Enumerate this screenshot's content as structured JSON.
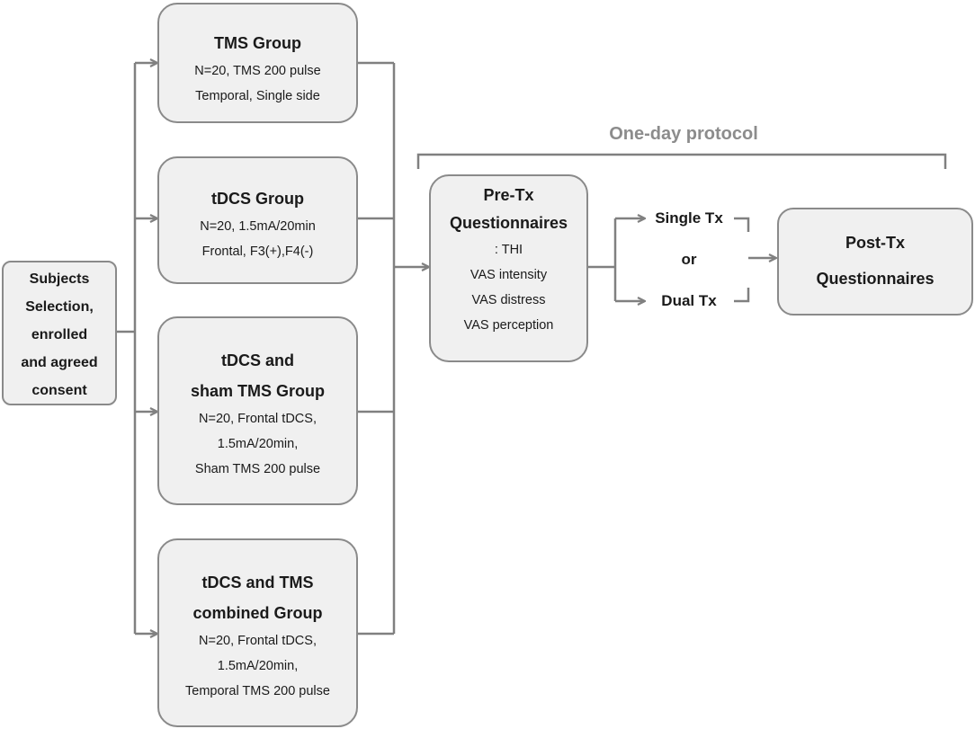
{
  "subjects": {
    "lines": [
      "Subjects",
      "Selection,",
      "enrolled",
      "and agreed",
      "consent"
    ]
  },
  "groups": [
    {
      "title_lines": [
        "TMS Group"
      ],
      "detail_lines": [
        "N=20, TMS 200 pulse",
        "Temporal, Single side"
      ]
    },
    {
      "title_lines": [
        "tDCS Group"
      ],
      "detail_lines": [
        "N=20, 1.5mA/20min",
        "Frontal, F3(+),F4(-)"
      ]
    },
    {
      "title_lines": [
        "tDCS and",
        "sham TMS Group"
      ],
      "detail_lines": [
        "N=20, Frontal tDCS,",
        "1.5mA/20min,",
        "Sham TMS 200 pulse"
      ]
    },
    {
      "title_lines": [
        "tDCS and TMS",
        "combined Group"
      ],
      "detail_lines": [
        "N=20, Frontal tDCS,",
        "1.5mA/20min,",
        "Temporal TMS 200 pulse"
      ]
    }
  ],
  "protocol": {
    "title": "One-day protocol"
  },
  "pre_tx": {
    "title_lines": [
      "Pre-Tx",
      "Questionnaires"
    ],
    "items": [
      ": THI",
      "VAS intensity",
      "VAS distress",
      "VAS perception"
    ]
  },
  "treatment": {
    "single": "Single Tx",
    "or": "or",
    "dual": "Dual Tx"
  },
  "post_tx": {
    "title_lines": [
      "Post-Tx",
      "Questionnaires"
    ]
  },
  "colors": {
    "line": "#808080",
    "box_fill": "#f0f0f0",
    "box_border": "#8a8a8a",
    "protocol_text": "#8c8c8c"
  }
}
